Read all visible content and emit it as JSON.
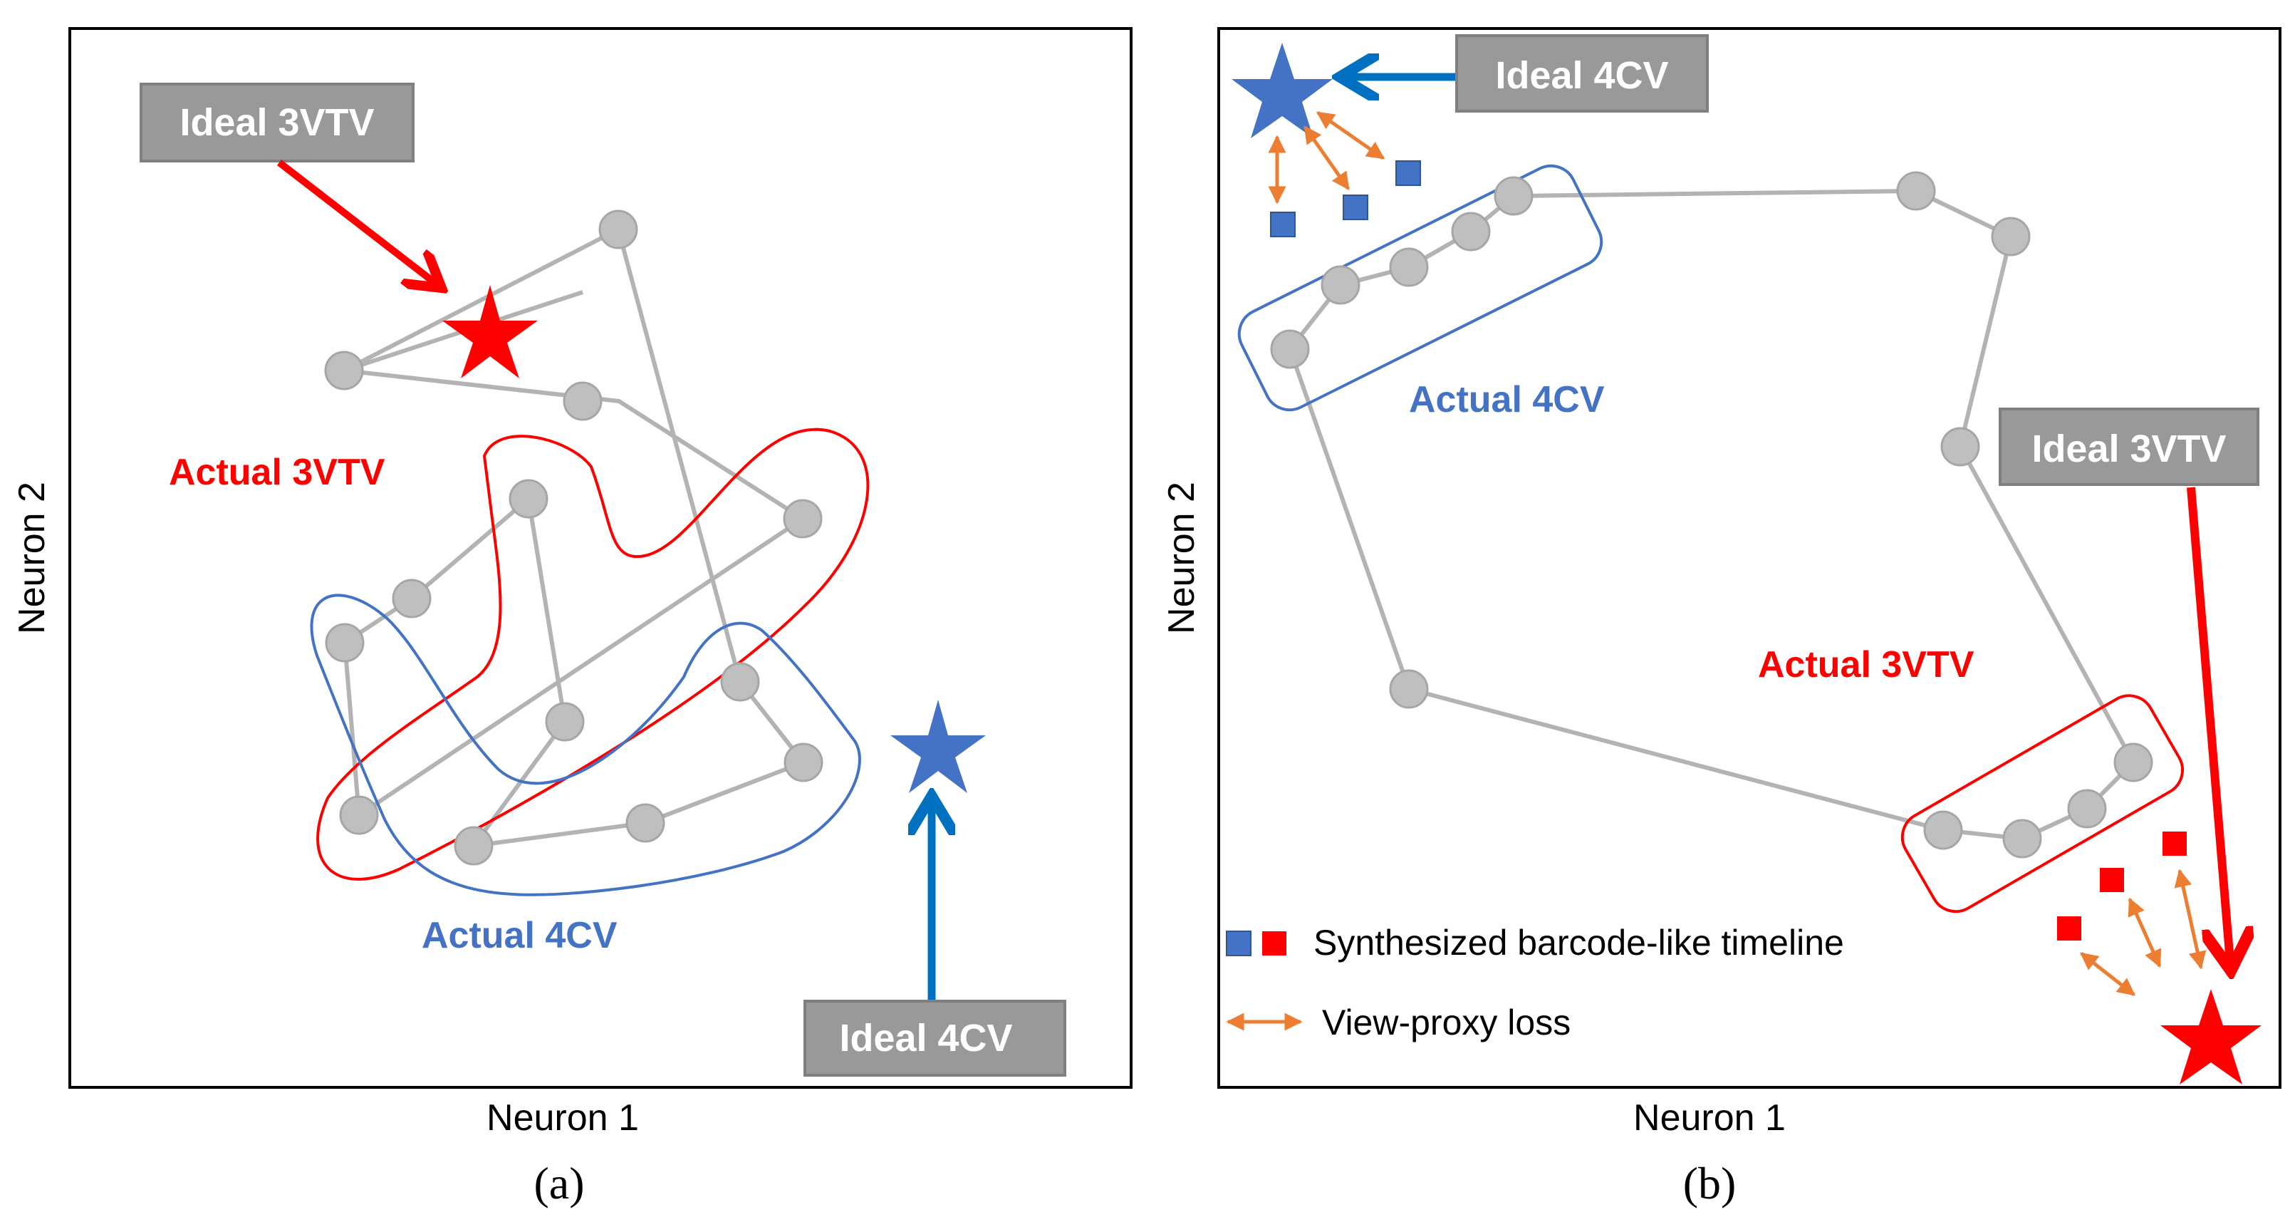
{
  "panel_a": {
    "xlabel": "Neuron 1",
    "ylabel": "Neuron 2",
    "caption": "(a)",
    "ideal_3vtv": "Ideal 3VTV",
    "ideal_4cv": "Ideal 4CV",
    "actual_3vtv": "Actual 3VTV",
    "actual_4cv": "Actual 4CV"
  },
  "panel_b": {
    "xlabel": "Neuron 1",
    "ylabel": "Neuron 2",
    "caption": "(b)",
    "ideal_4cv": "Ideal 4CV",
    "ideal_3vtv": "Ideal 3VTV",
    "actual_4cv": "Actual 4CV",
    "actual_3vtv": "Actual 3VTV",
    "legend": {
      "synthesized": "Synthesized barcode-like timeline",
      "loss": "View-proxy loss"
    }
  },
  "colors": {
    "red": "#ff0000",
    "blue": "#4472c4",
    "gray_node": "#bfbfbf",
    "gray_box": "#999999",
    "orange": "#ed7d31",
    "arrow_blue": "#0070c0"
  }
}
